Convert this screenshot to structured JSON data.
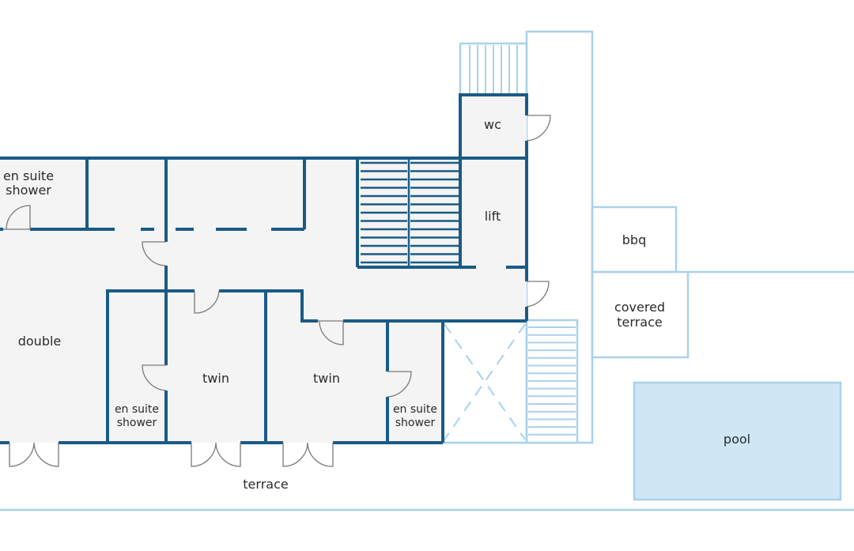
{
  "rooms": {
    "ensuite_top": [
      "en suite",
      "shower"
    ],
    "double": "double",
    "twin_left": "twin",
    "twin_right": "twin",
    "ensuite_left": [
      "en suite",
      "shower"
    ],
    "ensuite_right": [
      "en suite",
      "shower"
    ],
    "wc": "wc",
    "lift": "lift",
    "bbq": "bbq",
    "covered_terrace": [
      "covered",
      "terrace"
    ],
    "terrace": "terrace",
    "pool": "pool"
  },
  "colors": {
    "wall": "#1a5b86",
    "exterior": "#a9d2ea",
    "floor": "#f4f4f4",
    "pool": "#cfe6f5"
  }
}
